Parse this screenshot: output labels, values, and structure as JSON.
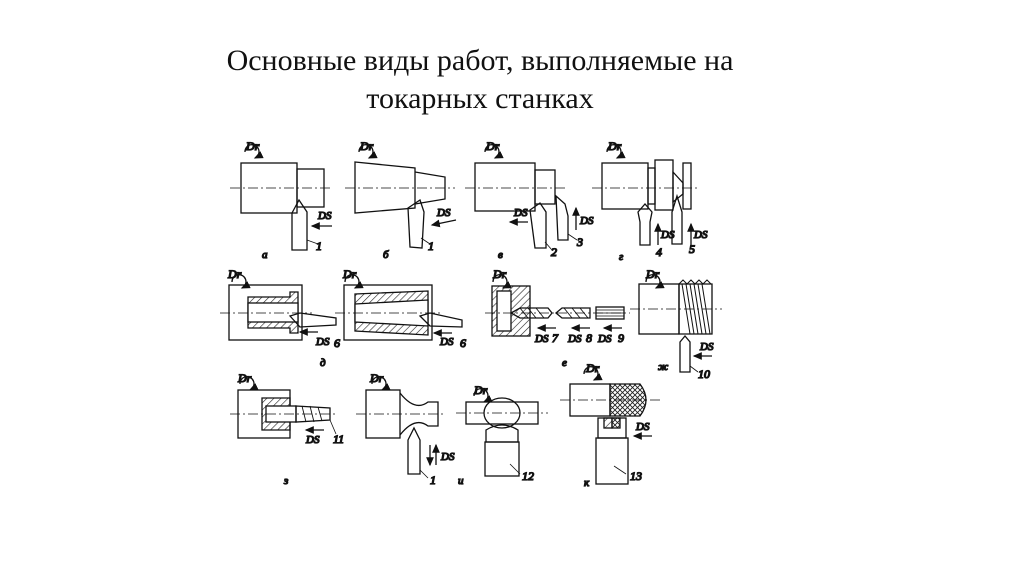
{
  "title": {
    "line1": "Основные виды работ, выполняемые на",
    "line2": "токарных станках"
  },
  "panels": {
    "a": {
      "caption": "а",
      "dr": "Dr",
      "ds": "DS",
      "tools": [
        "1"
      ]
    },
    "b": {
      "caption": "б",
      "dr": "Dr",
      "ds": "DS",
      "tools": [
        "1"
      ]
    },
    "v": {
      "caption": "в",
      "dr": "Dr",
      "ds": "DS",
      "tools": [
        "2",
        "3"
      ]
    },
    "g": {
      "caption": "г",
      "dr": "Dr",
      "ds": "DS",
      "tools": [
        "4",
        "5"
      ]
    },
    "d": {
      "caption": "д",
      "dr": "Dr",
      "ds": "DS",
      "tools": [
        "6",
        "6"
      ]
    },
    "e": {
      "caption": "е",
      "dr": "Dr",
      "ds": "DS",
      "tools": [
        "7",
        "8",
        "9"
      ]
    },
    "zh": {
      "caption": "ж",
      "dr": "Dr",
      "ds": "DS",
      "tools": [
        "10"
      ]
    },
    "z": {
      "caption": "з",
      "dr": "Dr",
      "ds": "DS",
      "tools": [
        "11"
      ]
    },
    "i": {
      "caption": "и",
      "dr": "Dr",
      "ds": "DS",
      "tools": [
        "1",
        "12"
      ]
    },
    "k": {
      "caption": "к",
      "dr": "Dr",
      "ds": "DS",
      "tools": [
        "13"
      ]
    }
  }
}
